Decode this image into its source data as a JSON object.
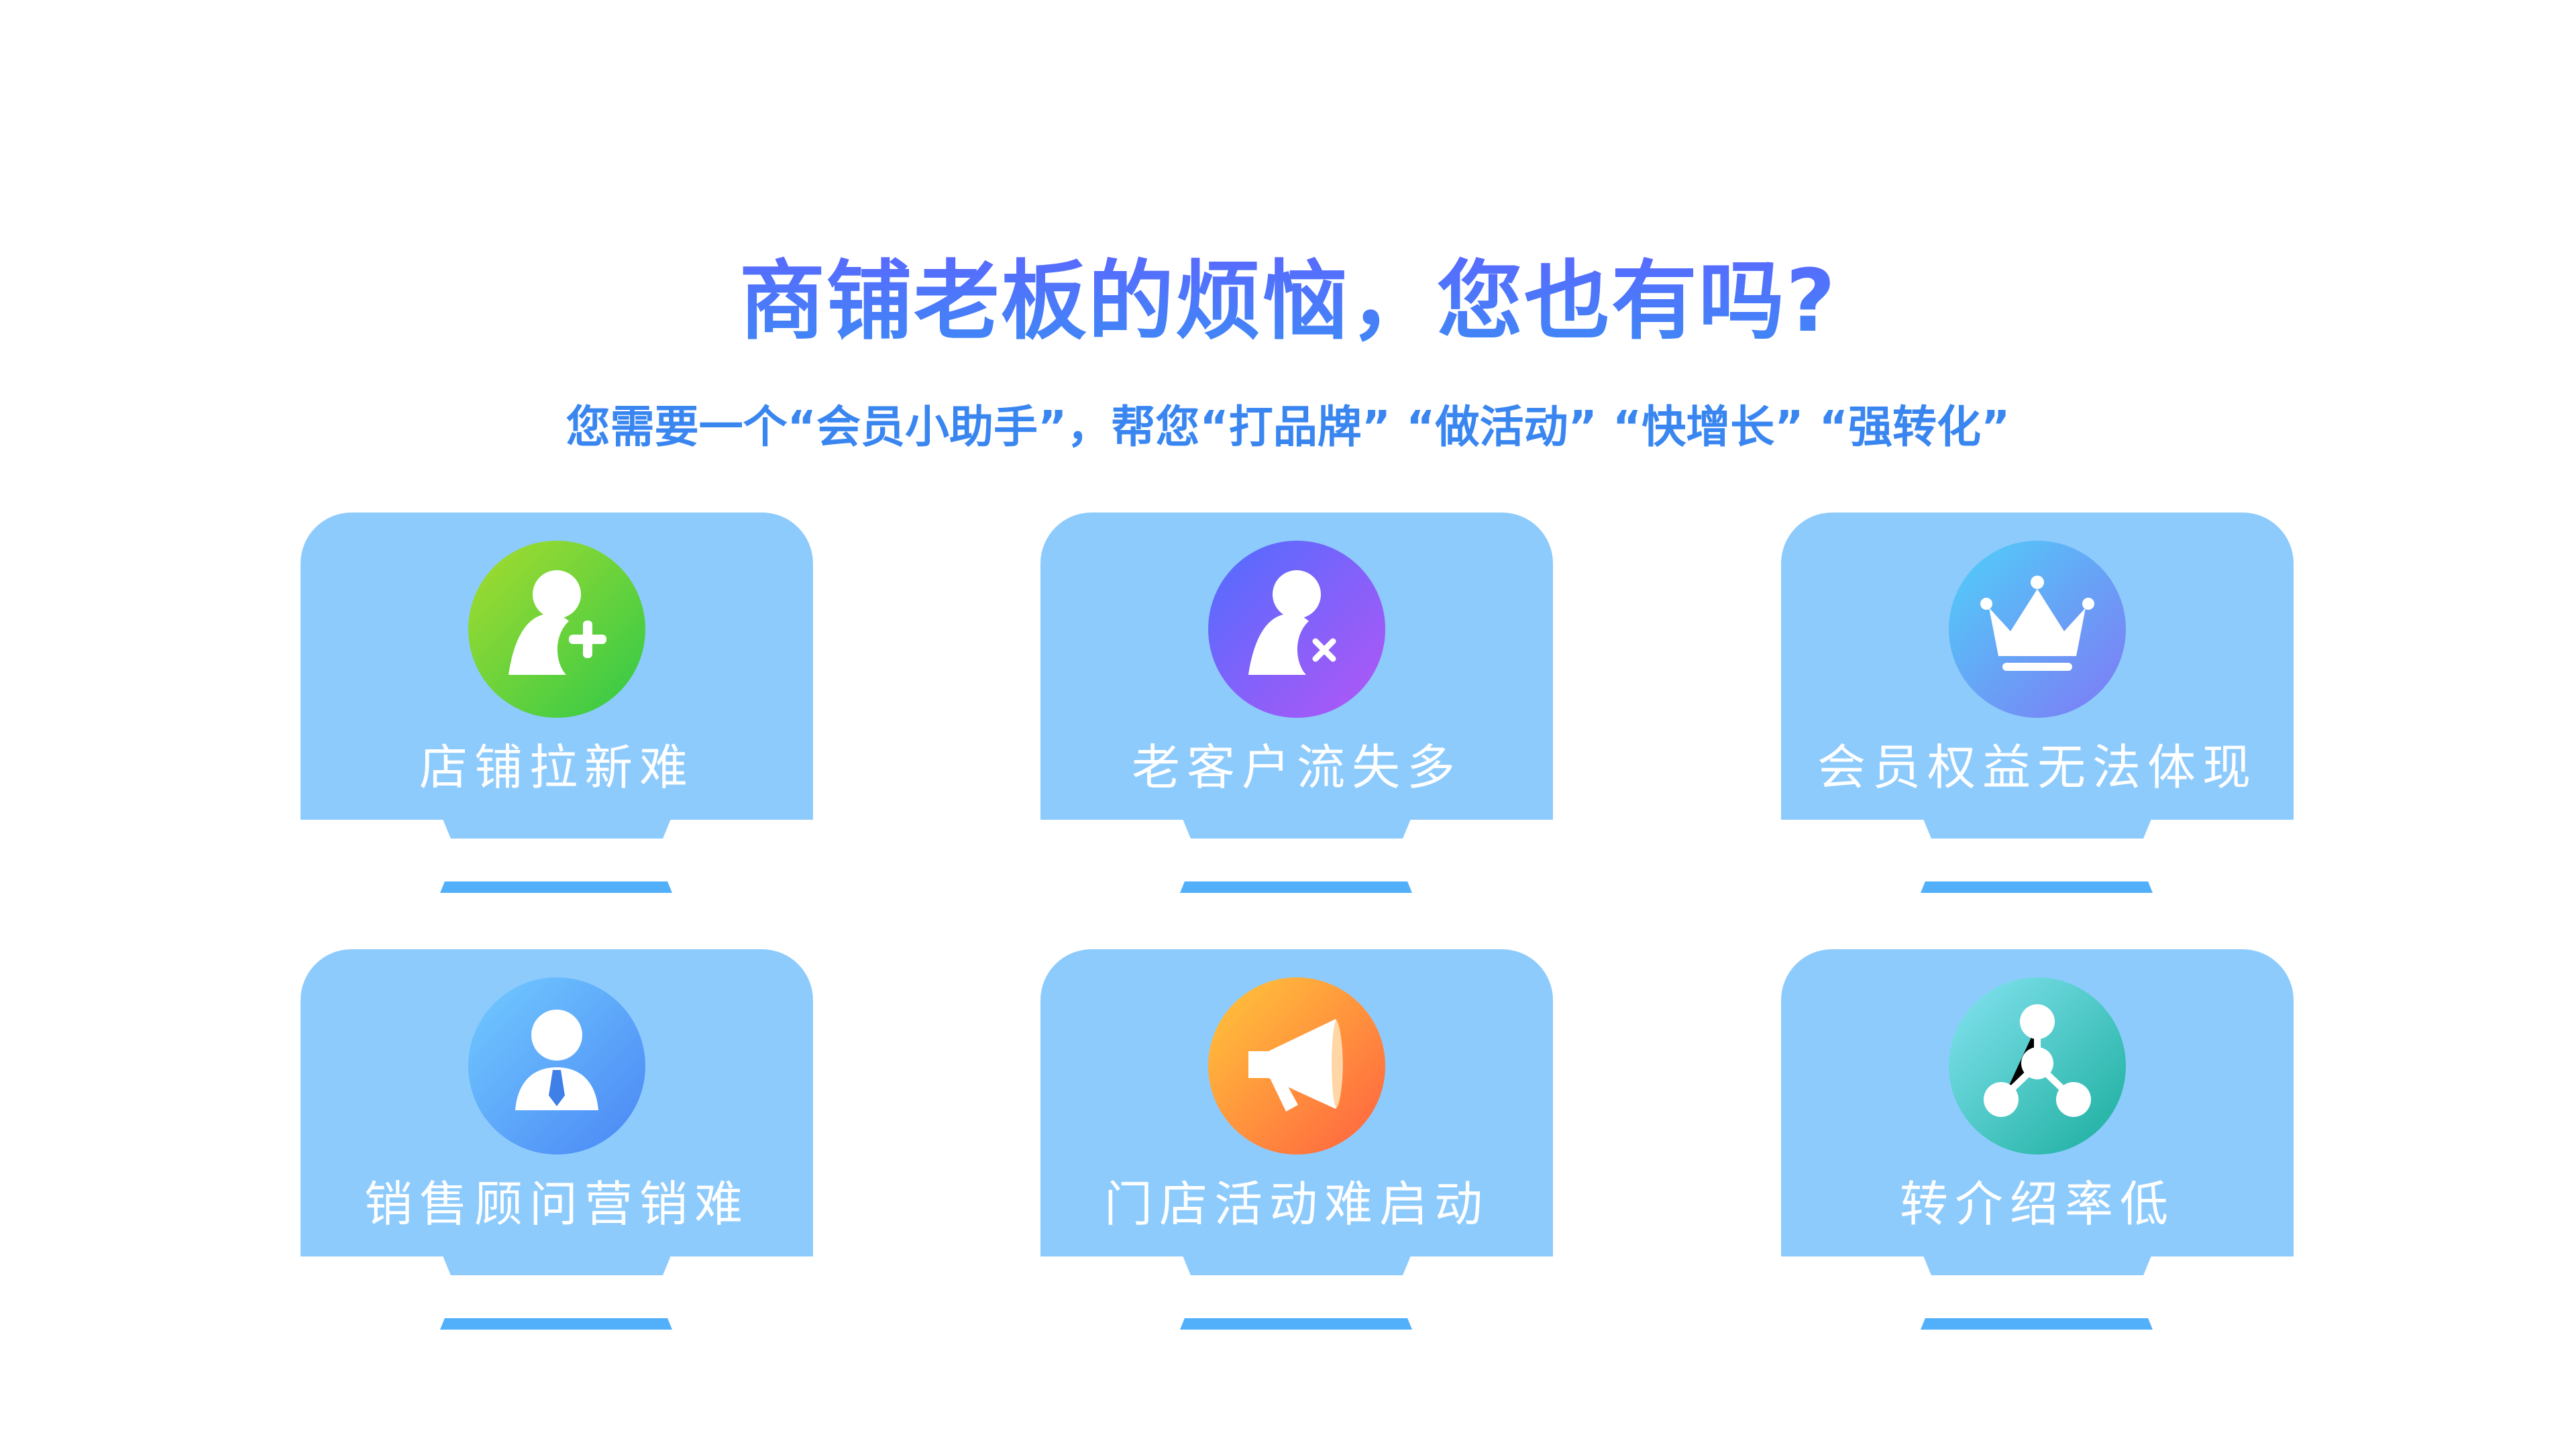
{
  "header": {
    "title": "商铺老板的烦恼，您也有吗?",
    "subtitle": "您需要一个“会员小助手”，帮您“打品牌” “做活动” “快增长” “强转化”"
  },
  "cards": [
    {
      "label": "店铺拉新难",
      "icon": "user-add-icon",
      "colors": [
        "#a8dc2e",
        "#2fc948"
      ]
    },
    {
      "label": "老客户流失多",
      "icon": "user-remove-icon",
      "colors": [
        "#4f6dff",
        "#b456f5"
      ]
    },
    {
      "label": "会员权益无法体现",
      "icon": "crown-icon",
      "colors": [
        "#4fd0f8",
        "#7f78f5"
      ]
    },
    {
      "label": "销售顾问营销难",
      "icon": "salesperson-icon",
      "colors": [
        "#72cbff",
        "#4a86f5"
      ]
    },
    {
      "label": "门店活动难启动",
      "icon": "megaphone-icon",
      "colors": [
        "#ffc83a",
        "#ff6040"
      ]
    },
    {
      "label": "转介绍率低",
      "icon": "share-network-icon",
      "colors": [
        "#86e4f2",
        "#19ad9c"
      ]
    }
  ],
  "colors": {
    "screen": "#8ecbfd",
    "base": "#52b0fb",
    "title": "#4b74fb"
  }
}
